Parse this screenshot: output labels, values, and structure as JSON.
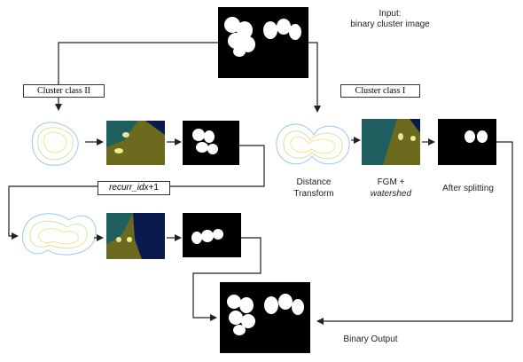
{
  "labels": {
    "input_line1": "Input:",
    "input_line2": "binary cluster image",
    "cluster_class_2": "Cluster class II",
    "cluster_class_1": "Cluster class I",
    "distance_line1": "Distance",
    "distance_line2": "Transform",
    "fgm_line1": "FGM +",
    "fgm_line2": "watershed",
    "after_splitting": "After splitting",
    "recurr_idx_var": "recurr_idx",
    "recurr_idx_inc": "+1",
    "binary_output": "Binary Output"
  },
  "colors": {
    "black": "#000000",
    "white": "#ffffff",
    "teal": "#1f5f5f",
    "navy": "#0b1a4d",
    "olive": "#6b6a1f",
    "line": "#222222"
  }
}
